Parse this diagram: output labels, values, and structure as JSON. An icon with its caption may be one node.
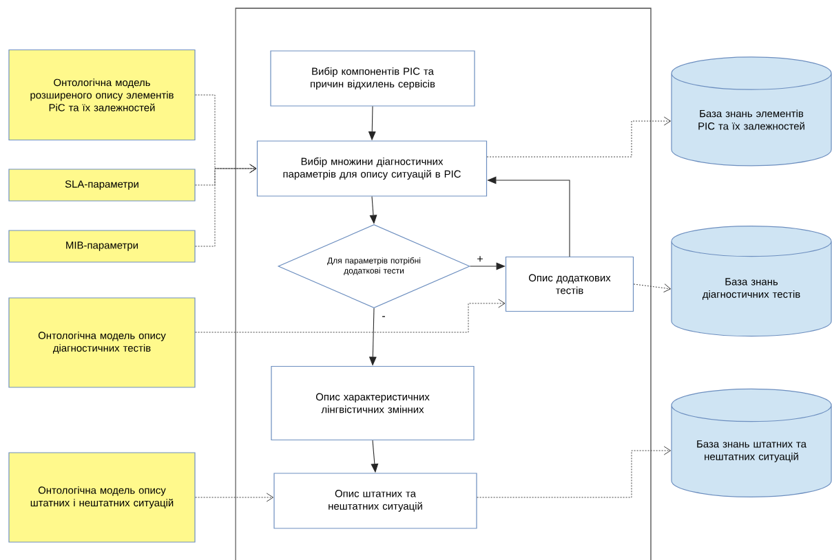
{
  "diagram": {
    "nodes": [
      {
        "text": [
          "Онтологічна модель розширеного опису элементів PiC та їх залежностей"
        ]
      },
      {
        "text": [
          "SLA-параметри"
        ]
      },
      {
        "text": [
          "MIB-параметри"
        ]
      },
      {
        "text": [
          "Онтологічна модель опису діагностичних тестів"
        ]
      },
      {
        "text": [
          "Онтологічна модель опису штатних і нештатних ситуацій"
        ]
      },
      {
        "text": [
          "Вибір компонентів РІС та причин відхилень сервісів"
        ]
      },
      {
        "text": [
          "Вибір множини діагностичних параметрів для опису ситуацій в РІС"
        ]
      },
      {
        "text": [
          "Для параметрів потрібні додаткові тести"
        ]
      },
      {
        "text": [
          "Опис додаткових тестів"
        ]
      },
      {
        "text": [
          "Опис характеристичних лінгвістичних змінних"
        ]
      },
      {
        "text": [
          "Опис штатних та нештатних ситуацій"
        ]
      },
      {
        "text": [
          "База знань элементів РІС та їх залежностей"
        ]
      },
      {
        "text": [
          "База знань діагностичних тестів"
        ]
      },
      {
        "text": [
          "База знань штатних та нештатних ситуацій"
        ]
      }
    ],
    "edges": [
      {
        "from": 0,
        "to": 6,
        "arrow": "to",
        "style": "dashed"
      },
      {
        "from": 1,
        "to": 6,
        "arrow": "to",
        "style": "dashed"
      },
      {
        "from": 2,
        "to": 6,
        "arrow": "to",
        "style": "dashed"
      },
      {
        "from": 5,
        "to": 6,
        "arrow": "to"
      },
      {
        "from": 6,
        "to": 7,
        "arrow": "to"
      },
      {
        "from": 7,
        "to": 8,
        "arrow": "to",
        "label": "+"
      },
      {
        "from": 8,
        "to": 6,
        "arrow": "to"
      },
      {
        "from": 7,
        "to": 9,
        "arrow": "to",
        "label": "-"
      },
      {
        "from": 9,
        "to": 10,
        "arrow": "to"
      },
      {
        "from": 3,
        "to": 8,
        "arrow": "to",
        "style": "dashed"
      },
      {
        "from": 6,
        "to": 11,
        "arrow": "to",
        "style": "dashed"
      },
      {
        "from": 8,
        "to": 12,
        "arrow": "to",
        "style": "dashed"
      },
      {
        "from": 4,
        "to": 10,
        "arrow": "to",
        "style": "dashed"
      },
      {
        "from": 10,
        "to": 13,
        "arrow": "to",
        "style": "dashed"
      }
    ]
  }
}
